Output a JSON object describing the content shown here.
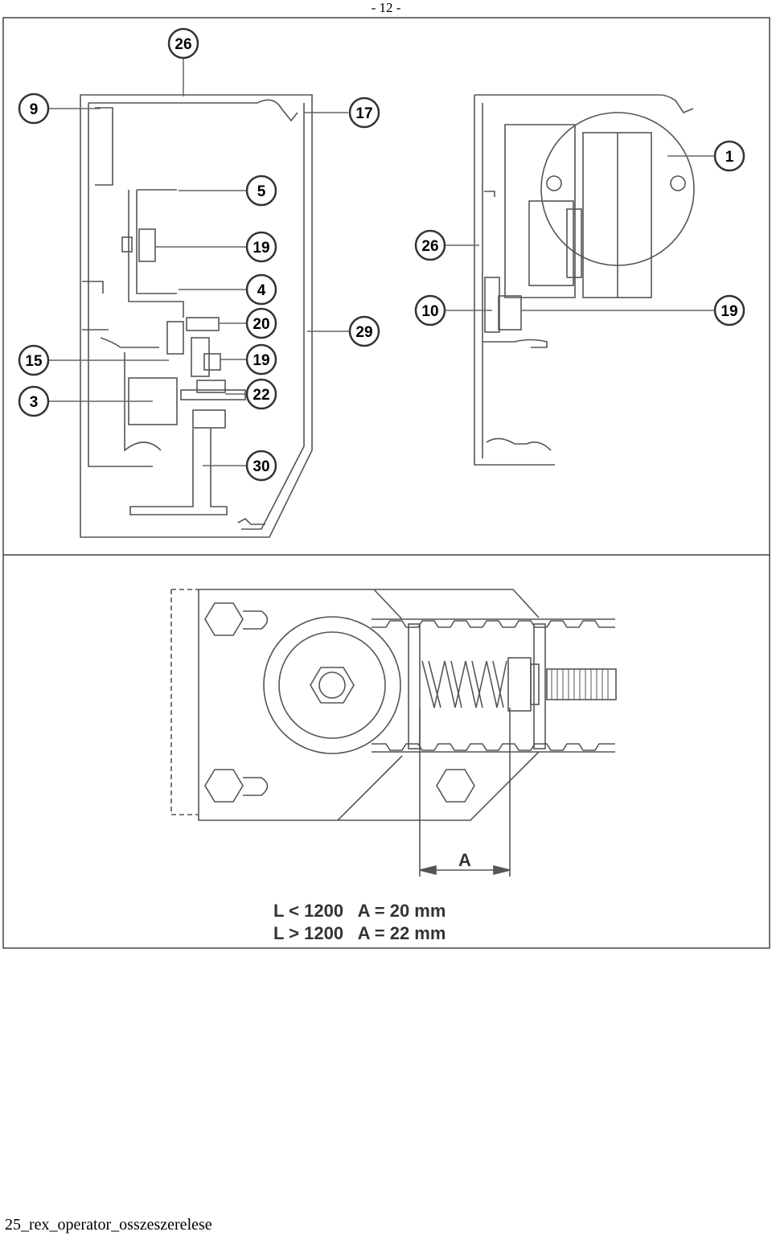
{
  "page": {
    "number": "- 12 -",
    "footer": "25_rex_operator_osszeszerelese"
  },
  "callouts": {
    "c26a": "26",
    "c9": "9",
    "c17": "17",
    "c5": "5",
    "c19a": "19",
    "c4": "4",
    "c20": "20",
    "c29": "29",
    "c15": "15",
    "c19b": "19",
    "c3": "3",
    "c22": "22",
    "c30": "30",
    "c1": "1",
    "c26b": "26",
    "c10": "10",
    "c19c": "19"
  },
  "dimension": {
    "label": "A"
  },
  "formulas": {
    "line1": "L < 1200   A = 20 mm",
    "line2": "L > 1200   A = 22 mm"
  }
}
